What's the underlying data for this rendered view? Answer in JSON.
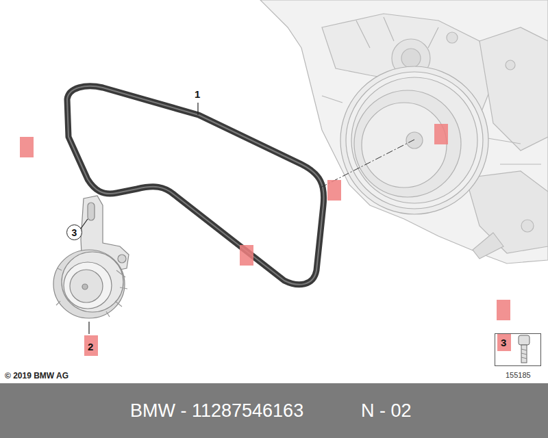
{
  "diagram": {
    "nodes": [
      {
        "text": [
          "3"
        ]
      },
      {
        "text": [
          "3"
        ]
      },
      {
        "text": [
          "BMW - 11287546163",
          "N - 02"
        ]
      }
    ],
    "labels": [
      "1",
      "2",
      "© 2019 BMW AG",
      "155185"
    ]
  }
}
